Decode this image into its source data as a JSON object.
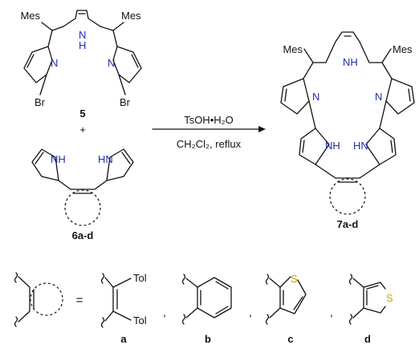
{
  "labels": {
    "mes": "Mes",
    "n": "N",
    "nh": "NH",
    "hn": "HN",
    "h": "H",
    "br": "Br",
    "s": "S",
    "tol": "Tol",
    "plus": "+",
    "equals": "=",
    "comma": ","
  },
  "compounds": {
    "dipyrrin": "5",
    "bispyrrole": "6a-d",
    "product": "7a-d"
  },
  "conditions": {
    "reagent": "TsOH•H₂O",
    "solvent_text": "CH₂Cl₂, reflux"
  },
  "substituents": {
    "a": "a",
    "b": "b",
    "c": "c",
    "d": "d"
  },
  "colors": {
    "nitrogen": "#1f2ea8",
    "sulfur": "#c8a200",
    "bond": "#111111"
  }
}
